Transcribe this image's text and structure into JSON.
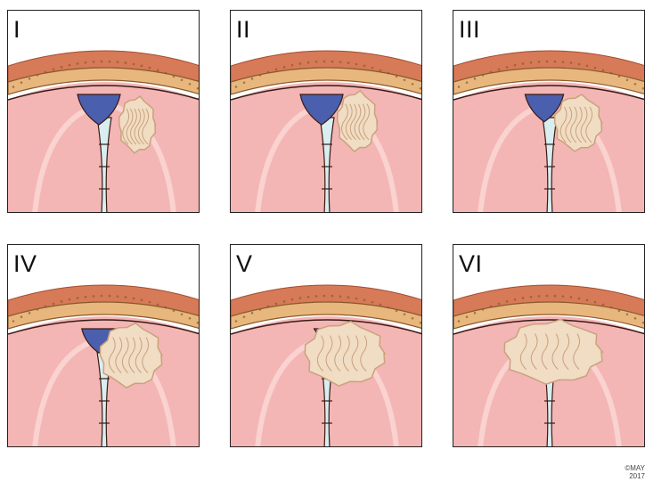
{
  "panels": [
    {
      "label": "I",
      "stage": 1
    },
    {
      "label": "II",
      "stage": 2
    },
    {
      "label": "III",
      "stage": 3
    },
    {
      "label": "IV",
      "stage": 4
    },
    {
      "label": "V",
      "stage": 5
    },
    {
      "label": "VI",
      "stage": 6
    }
  ],
  "copyright": {
    "line1": "©MAY",
    "line2": "2017"
  },
  "colors": {
    "scalp": "#d67a58",
    "scalp_dark": "#a44d30",
    "skull": "#e8b77e",
    "skull_dark": "#8a5a2c",
    "brain": "#f3b6b5",
    "brain_highlight": "#fbd9d6",
    "sinus": "#4a5fae",
    "tumor": "#f1dcc4",
    "tumor_vein": "#c9a27c",
    "falx": "#d8eef0",
    "outline": "#3a1a14"
  }
}
